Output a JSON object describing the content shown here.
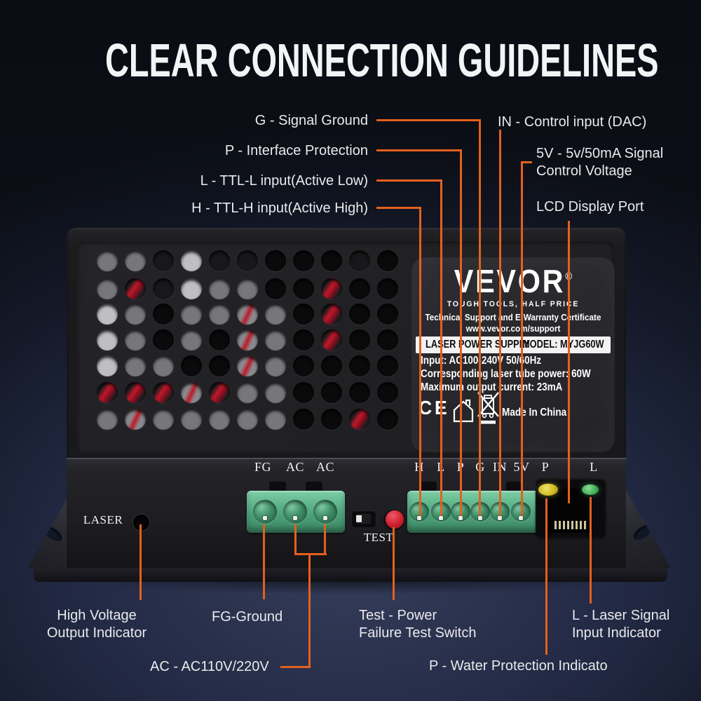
{
  "title": "CLEAR CONNECTION GUIDELINES",
  "colors": {
    "accent_orange": "#E4601E",
    "background_navy": "#232A45",
    "terminal_green": "#4EA37C",
    "led_yellow": "#CDB81F",
    "led_green": "#3FAE57",
    "button_red": "#CF1F30"
  },
  "callouts": {
    "top_left": [
      "G - Signal Ground",
      "P - Interface Protection",
      "L - TTL-L input(Active Low)",
      "H -  TTL-H input(Active High)"
    ],
    "top_right": {
      "in": "IN - Control input (DAC)",
      "five_v_line1": "5V - 5v/50mA Signal",
      "five_v_line2": "Control Voltage",
      "lcd": "LCD Display Port"
    },
    "bottom": {
      "high_voltage_line1": "High Voltage",
      "high_voltage_line2": "Output Indicator",
      "fg": "FG-Ground",
      "ac": "AC - AC110V/220V",
      "test_line1": "Test - Power",
      "test_line2": "Failure Test Switch",
      "p": "P - Water Protection Indicato",
      "l_line1": "L - Laser Signal",
      "l_line2": "Input Indicator"
    }
  },
  "device": {
    "brand": "VEVOR",
    "registered_mark": "®",
    "tagline": "TOUGH TOOLS, HALF PRICE",
    "support_line": "Technical Support and E-Warranty Certificate",
    "support_url": "www.vevor.com/support",
    "model_bar": {
      "left": "LASER POWER SUPPLY",
      "right": "MODEL: MYJG60W"
    },
    "specs": [
      "Input: AC100-240V  50/60Hz",
      "Corresponding laser tube power: 60W",
      "Maximum output current: 23mA"
    ],
    "ce_mark": "CE",
    "made_in": "Made In China",
    "laser_label": "LASER",
    "test_label": "TEST",
    "power_terminals": [
      "FG",
      "AC",
      "AC"
    ],
    "signal_terminals": [
      "H",
      "L",
      "P",
      "G",
      "IN",
      "5V"
    ],
    "led_left_label": "P",
    "led_right_label": "L"
  }
}
